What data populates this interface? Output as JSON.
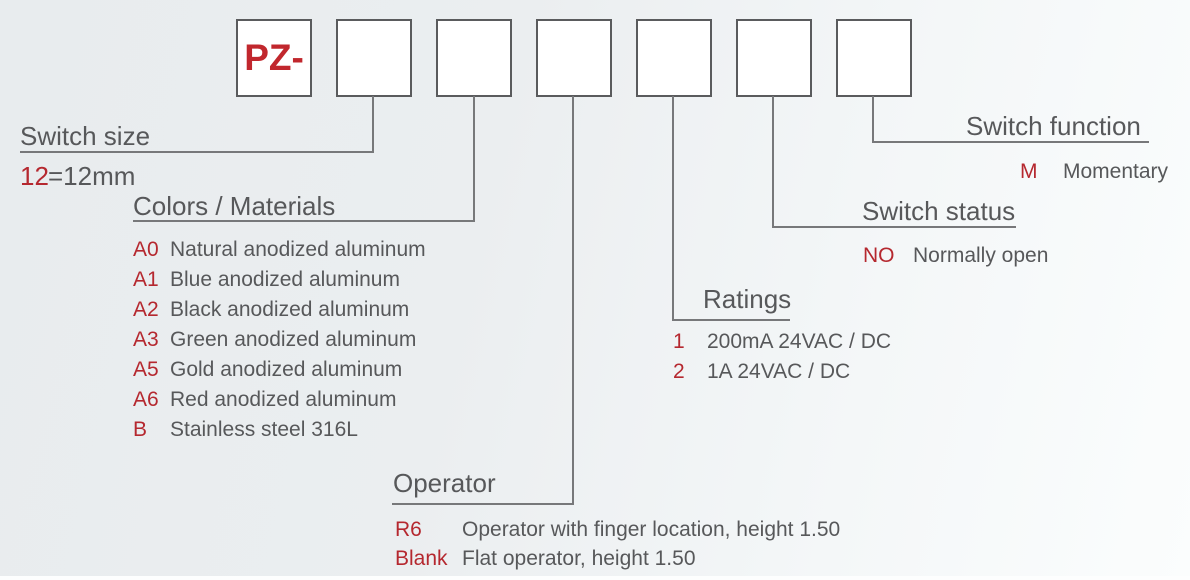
{
  "diagram": {
    "prefix": "PZ-",
    "box_count": 7
  },
  "sections": {
    "switch_size": {
      "title": "Switch size",
      "items": [
        {
          "code": "12",
          "desc": "=12mm"
        }
      ]
    },
    "colors_materials": {
      "title": "Colors / Materials",
      "items": [
        {
          "code": "A0",
          "desc": "Natural anodized aluminum"
        },
        {
          "code": "A1",
          "desc": "Blue anodized aluminum"
        },
        {
          "code": "A2",
          "desc": "Black anodized aluminum"
        },
        {
          "code": "A3",
          "desc": "Green anodized aluminum"
        },
        {
          "code": "A5",
          "desc": "Gold anodized aluminum"
        },
        {
          "code": "A6",
          "desc": "Red anodized aluminum"
        },
        {
          "code": "B",
          "desc": "Stainless steel 316L"
        }
      ]
    },
    "operator": {
      "title": "Operator",
      "items": [
        {
          "code": "R6",
          "desc": "Operator with finger location, height 1.50"
        },
        {
          "code": "Blank",
          "desc": "Flat operator, height 1.50"
        }
      ]
    },
    "ratings": {
      "title": "Ratings",
      "items": [
        {
          "code": "1",
          "desc": "200mA 24VAC / DC"
        },
        {
          "code": "2",
          "desc": "1A 24VAC / DC"
        }
      ]
    },
    "switch_status": {
      "title": "Switch status",
      "items": [
        {
          "code": "NO",
          "desc": "Normally open"
        }
      ]
    },
    "switch_function": {
      "title": "Switch function",
      "items": [
        {
          "code": "M",
          "desc": "Momentary"
        }
      ]
    }
  },
  "colors": {
    "accent_red": "#b5282f",
    "prefix_red": "#c1272d",
    "text_gray": "#57585a",
    "line_gray": "#77787a"
  }
}
